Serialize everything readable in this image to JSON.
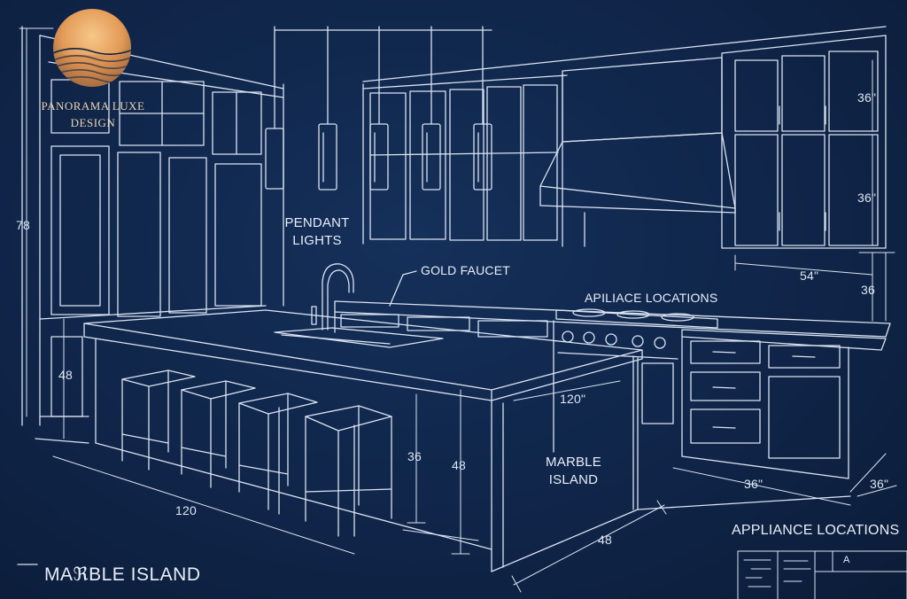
{
  "brand": {
    "name_line1": "PANORAMA LUXE",
    "name_line2": "DESIGN"
  },
  "labels": {
    "pendant_line1": "PENDANT",
    "pendant_line2": "LIGHTS",
    "faucet": "GOLD FAUCET",
    "appliance_locations_top": "APILIACE LOCATIONS",
    "appliance_locations_bottom": "APPLIANCE LOCATIONS",
    "marble_island_line1": "MARBLE",
    "marble_island_line2": "ISLAND",
    "marble_island_footer": "MAℜBLE ISLAND"
  },
  "dimensions": {
    "wall_height": "78",
    "window_sill": "48",
    "upper_cabinet_top": "36\"",
    "upper_cabinet_mid": "36\"",
    "counter_width": "54\"",
    "counter_height_right": "36",
    "island_top_length": "120\"",
    "island_counter_height": "36",
    "island_total_height": "48",
    "island_length": "120",
    "island_depth": "48",
    "base_run_1": "36\"",
    "base_run_2": "36\""
  },
  "title_block": {
    "symbol": "A"
  },
  "colors": {
    "background": "#0f2447",
    "line": "#d9e3f2",
    "logo_gold": "#e9a35c"
  }
}
